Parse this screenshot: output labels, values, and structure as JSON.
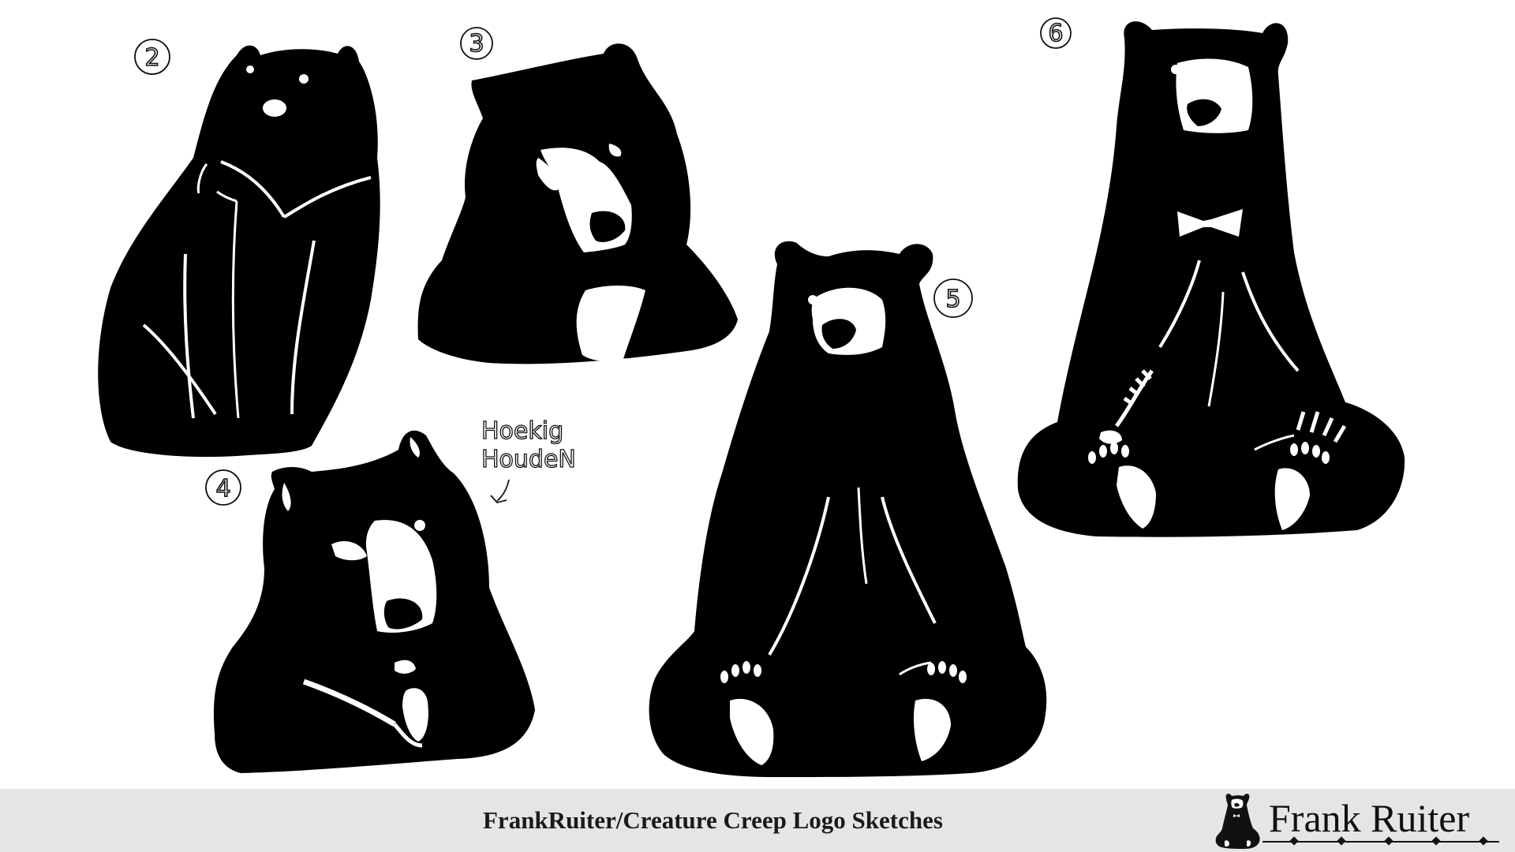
{
  "sketches": [
    {
      "number": "2"
    },
    {
      "number": "3"
    },
    {
      "number": "4"
    },
    {
      "number": "5"
    },
    {
      "number": "6"
    }
  ],
  "annotation": {
    "line1": "Hoekig",
    "line2": "HoudeN"
  },
  "footer": {
    "caption": "FrankRuiter/Creature Creep Logo Sketches",
    "logo_text": "Frank Ruiter"
  },
  "colors": {
    "silhouette": "#000000",
    "background": "#ffffff",
    "footer_bar": "#e5e5e5"
  }
}
